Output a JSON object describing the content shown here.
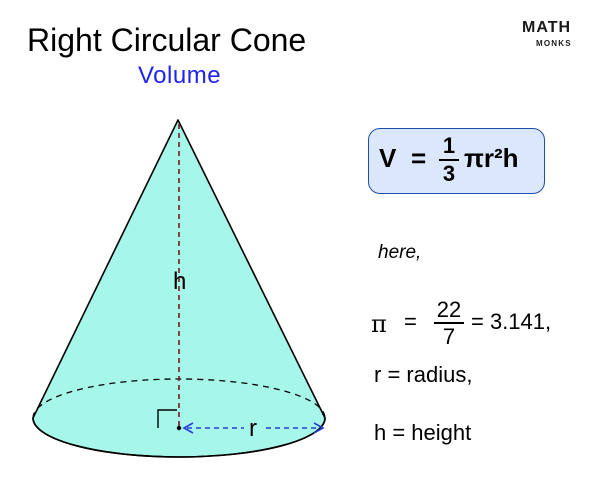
{
  "header": {
    "title": "Right Circular Cone",
    "subtitle": "Volume",
    "logo_main": "MATH",
    "logo_sub": "MONKS"
  },
  "diagram": {
    "height_label": "h",
    "radius_label": "r",
    "colors": {
      "cone_fill": "#a6f7e9",
      "cone_stroke": "#000000",
      "height_line": "#7a1a1a",
      "radius_arrow": "#2a3bd6",
      "box_fill": "#dbe7fb",
      "box_stroke": "#1f4ea8",
      "subtitle": "#1f24f0"
    }
  },
  "formula": {
    "lhs": "V",
    "equals": "=",
    "numerator": "1",
    "denominator": "3",
    "rhs": "πr²h"
  },
  "definitions": {
    "intro": "here,",
    "pi_symbol": "π",
    "pi_equals": "=",
    "pi_numerator": "22",
    "pi_denominator": "7",
    "pi_value": "= 3.141,",
    "radius_def": "r = radius,",
    "height_def": "h = height"
  }
}
